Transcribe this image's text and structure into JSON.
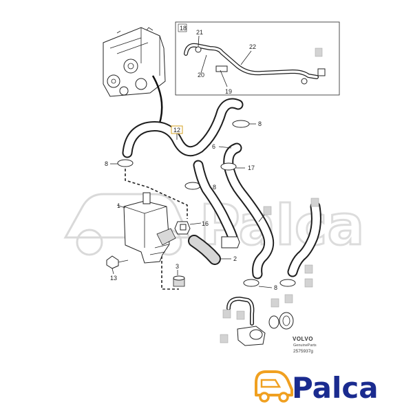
{
  "callouts": {
    "c18": "18",
    "c21": "21",
    "c22": "22",
    "c20": "20",
    "c19": "19",
    "c12": "12",
    "c8a": "8",
    "c8b": "8",
    "c8c": "8",
    "c8d": "8",
    "c6": "6",
    "c17": "17",
    "c1": "1",
    "c16": "16",
    "c2": "2",
    "c13": "13",
    "c3": "3"
  },
  "brand": {
    "name": "VOLVO",
    "sub": "GenuineParts",
    "doc_number": "2575937g"
  },
  "logo": {
    "text": "Palca",
    "color": "#1a2b8f",
    "car_color": "#f0a020"
  },
  "watermark": {
    "text": "Palca"
  }
}
